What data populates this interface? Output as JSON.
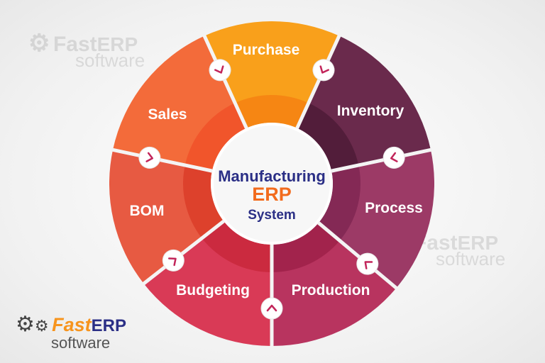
{
  "center": {
    "line1": "Manufacturing",
    "line2": "ERP",
    "line3": "System"
  },
  "segments": [
    {
      "label": "Purchase",
      "outer": "#f9a01b",
      "inner": "#f47d12"
    },
    {
      "label": "Inventory",
      "outer": "#6a2a4c",
      "inner": "#4b1a34"
    },
    {
      "label": "Process",
      "outer": "#9c3a66",
      "inner": "#7c2450"
    },
    {
      "label": "Production",
      "outer": "#b8345f",
      "inner": "#9b1e45"
    },
    {
      "label": "Budgeting",
      "outer": "#d93a56",
      "inner": "#c52538"
    },
    {
      "label": "BOM",
      "outer": "#e75a42",
      "inner": "#d93a25"
    },
    {
      "label": "Sales",
      "outer": "#f36b3a",
      "inner": "#f04e27"
    }
  ],
  "brand": {
    "name_part1": "Fast",
    "name_part2": "ERP",
    "tagline": "software"
  },
  "colors": {
    "center_title": "#2b2f86",
    "center_accent": "#f26b1d"
  }
}
